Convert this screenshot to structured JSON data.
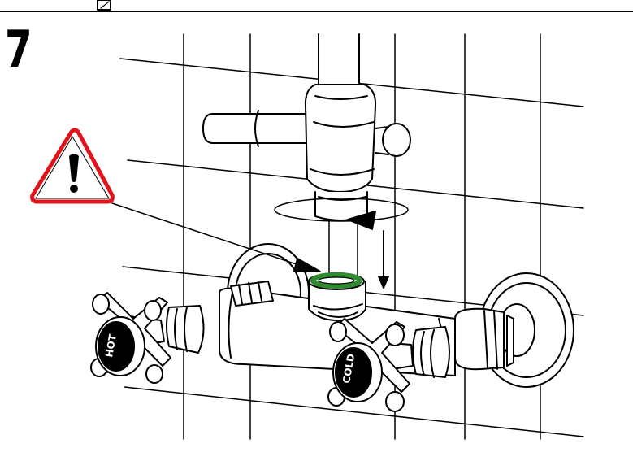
{
  "step": {
    "number": "7"
  },
  "knobs": {
    "left_label": "HOT",
    "right_label": "COLD"
  },
  "icons": {
    "warning": "warning-triangle-icon",
    "header_checkbox": "checkbox-icon",
    "rotate_arrow": "rotate-arrow-icon",
    "down_arrow": "down-arrow-icon",
    "pointer_arrow": "pointer-arrow-icon"
  },
  "colors": {
    "line": "#000000",
    "warning_red": "#e3131b",
    "washer_green": "#2e8b2e",
    "background": "#ffffff"
  }
}
